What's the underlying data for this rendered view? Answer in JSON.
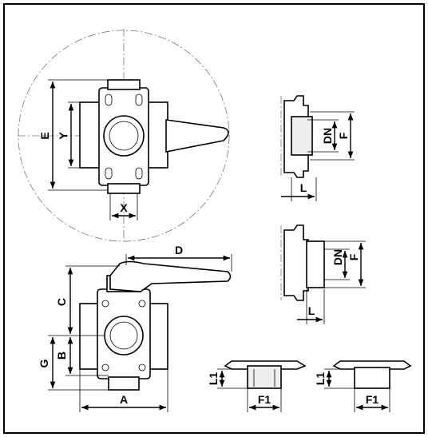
{
  "labels": {
    "E": "E",
    "Y": "Y",
    "X": "X",
    "D": "D",
    "C": "C",
    "B": "B",
    "G": "G",
    "A": "A",
    "L_top": "L",
    "DN_top": "DN",
    "F_top": "F",
    "L_mid": "L",
    "DN_mid": "DN",
    "F_mid": "F",
    "L1_left": "L1",
    "F1_left": "F1",
    "L1_right": "L1",
    "F1_right": "F1"
  }
}
